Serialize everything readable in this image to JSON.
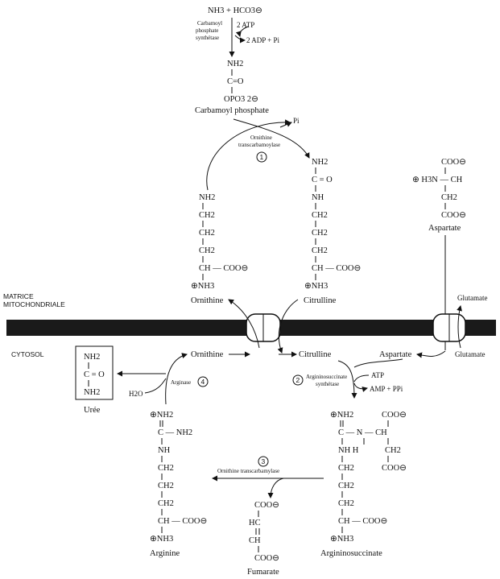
{
  "top_reaction": {
    "substrates": "NH3 + HCO3⊖",
    "enzyme_line1": "Carbamoyl",
    "enzyme_line2": "phosphate",
    "enzyme_line3": "synthétase",
    "in": "2 ATP",
    "out": "2 ADP + Pi"
  },
  "carbamoyl_phosphate": {
    "nh2": "NH2",
    "co": "C=O",
    "po3": "OPO3 2⊖",
    "name": "Carbamoyl phosphate"
  },
  "step1": {
    "number": "1",
    "enzyme_line1": "Ornithine",
    "enzyme_line2": "transcarbamoylase",
    "released": "Pi"
  },
  "ornithine_mito": {
    "atoms": [
      "NH2",
      "CH2",
      "CH2",
      "CH2",
      "CH — COO⊖",
      "⊕NH3"
    ],
    "name": "Ornithine"
  },
  "citrulline_mito": {
    "atoms": [
      "NH2",
      "C = O",
      "NH",
      "CH2",
      "CH2",
      "CH2",
      "CH — COO⊖",
      "⊕NH3"
    ],
    "name": "Citrulline"
  },
  "aspartate_struct": {
    "atoms": [
      "COO⊖",
      "⊕ H3N — CH",
      "CH2",
      "COO⊖"
    ],
    "name": "Aspartate"
  },
  "membrane": {
    "label_line1": "MATRICE",
    "label_line2": "MITOCHONDRIALE",
    "glutamate_in": "Glutamate",
    "glutamate_out": "Glutamate"
  },
  "cytosol": {
    "label": "CYTOSOL",
    "ornithine": "Ornithine",
    "citrulline": "Citrulline",
    "aspartate": "Aspartate"
  },
  "uree": {
    "atoms": [
      "NH2",
      "C = O",
      "NH2"
    ],
    "name": "Urée"
  },
  "step4": {
    "number": "4",
    "enzyme": "Arginase",
    "water": "H2O"
  },
  "step2": {
    "number": "2",
    "enzyme_line1": "Argininosuccinate",
    "enzyme_line2": "synthétase",
    "in": "ATP",
    "out": "AMP + PPi"
  },
  "arginine": {
    "atoms": [
      "⊕NH2",
      "C — NH2",
      "NH",
      "CH2",
      "CH2",
      "CH2",
      "CH — COO⊖",
      "⊕NH3"
    ],
    "name": "Arginine"
  },
  "argininosuccinate": {
    "atoms": [
      "⊕NH2",
      "C — N — CH",
      "NH H",
      "CH2",
      "CH2",
      "CH2",
      "CH — COO⊖",
      "⊕NH3",
      "COO⊖",
      "CH2",
      "COO⊖"
    ],
    "name": "Argininosuccinate"
  },
  "step3": {
    "number": "3",
    "enzyme": "Ornithine transcarbamylase"
  },
  "fumarate": {
    "atoms": [
      "COO⊖",
      "HC",
      "CH",
      "COO⊖"
    ],
    "name": "Fumarate"
  }
}
